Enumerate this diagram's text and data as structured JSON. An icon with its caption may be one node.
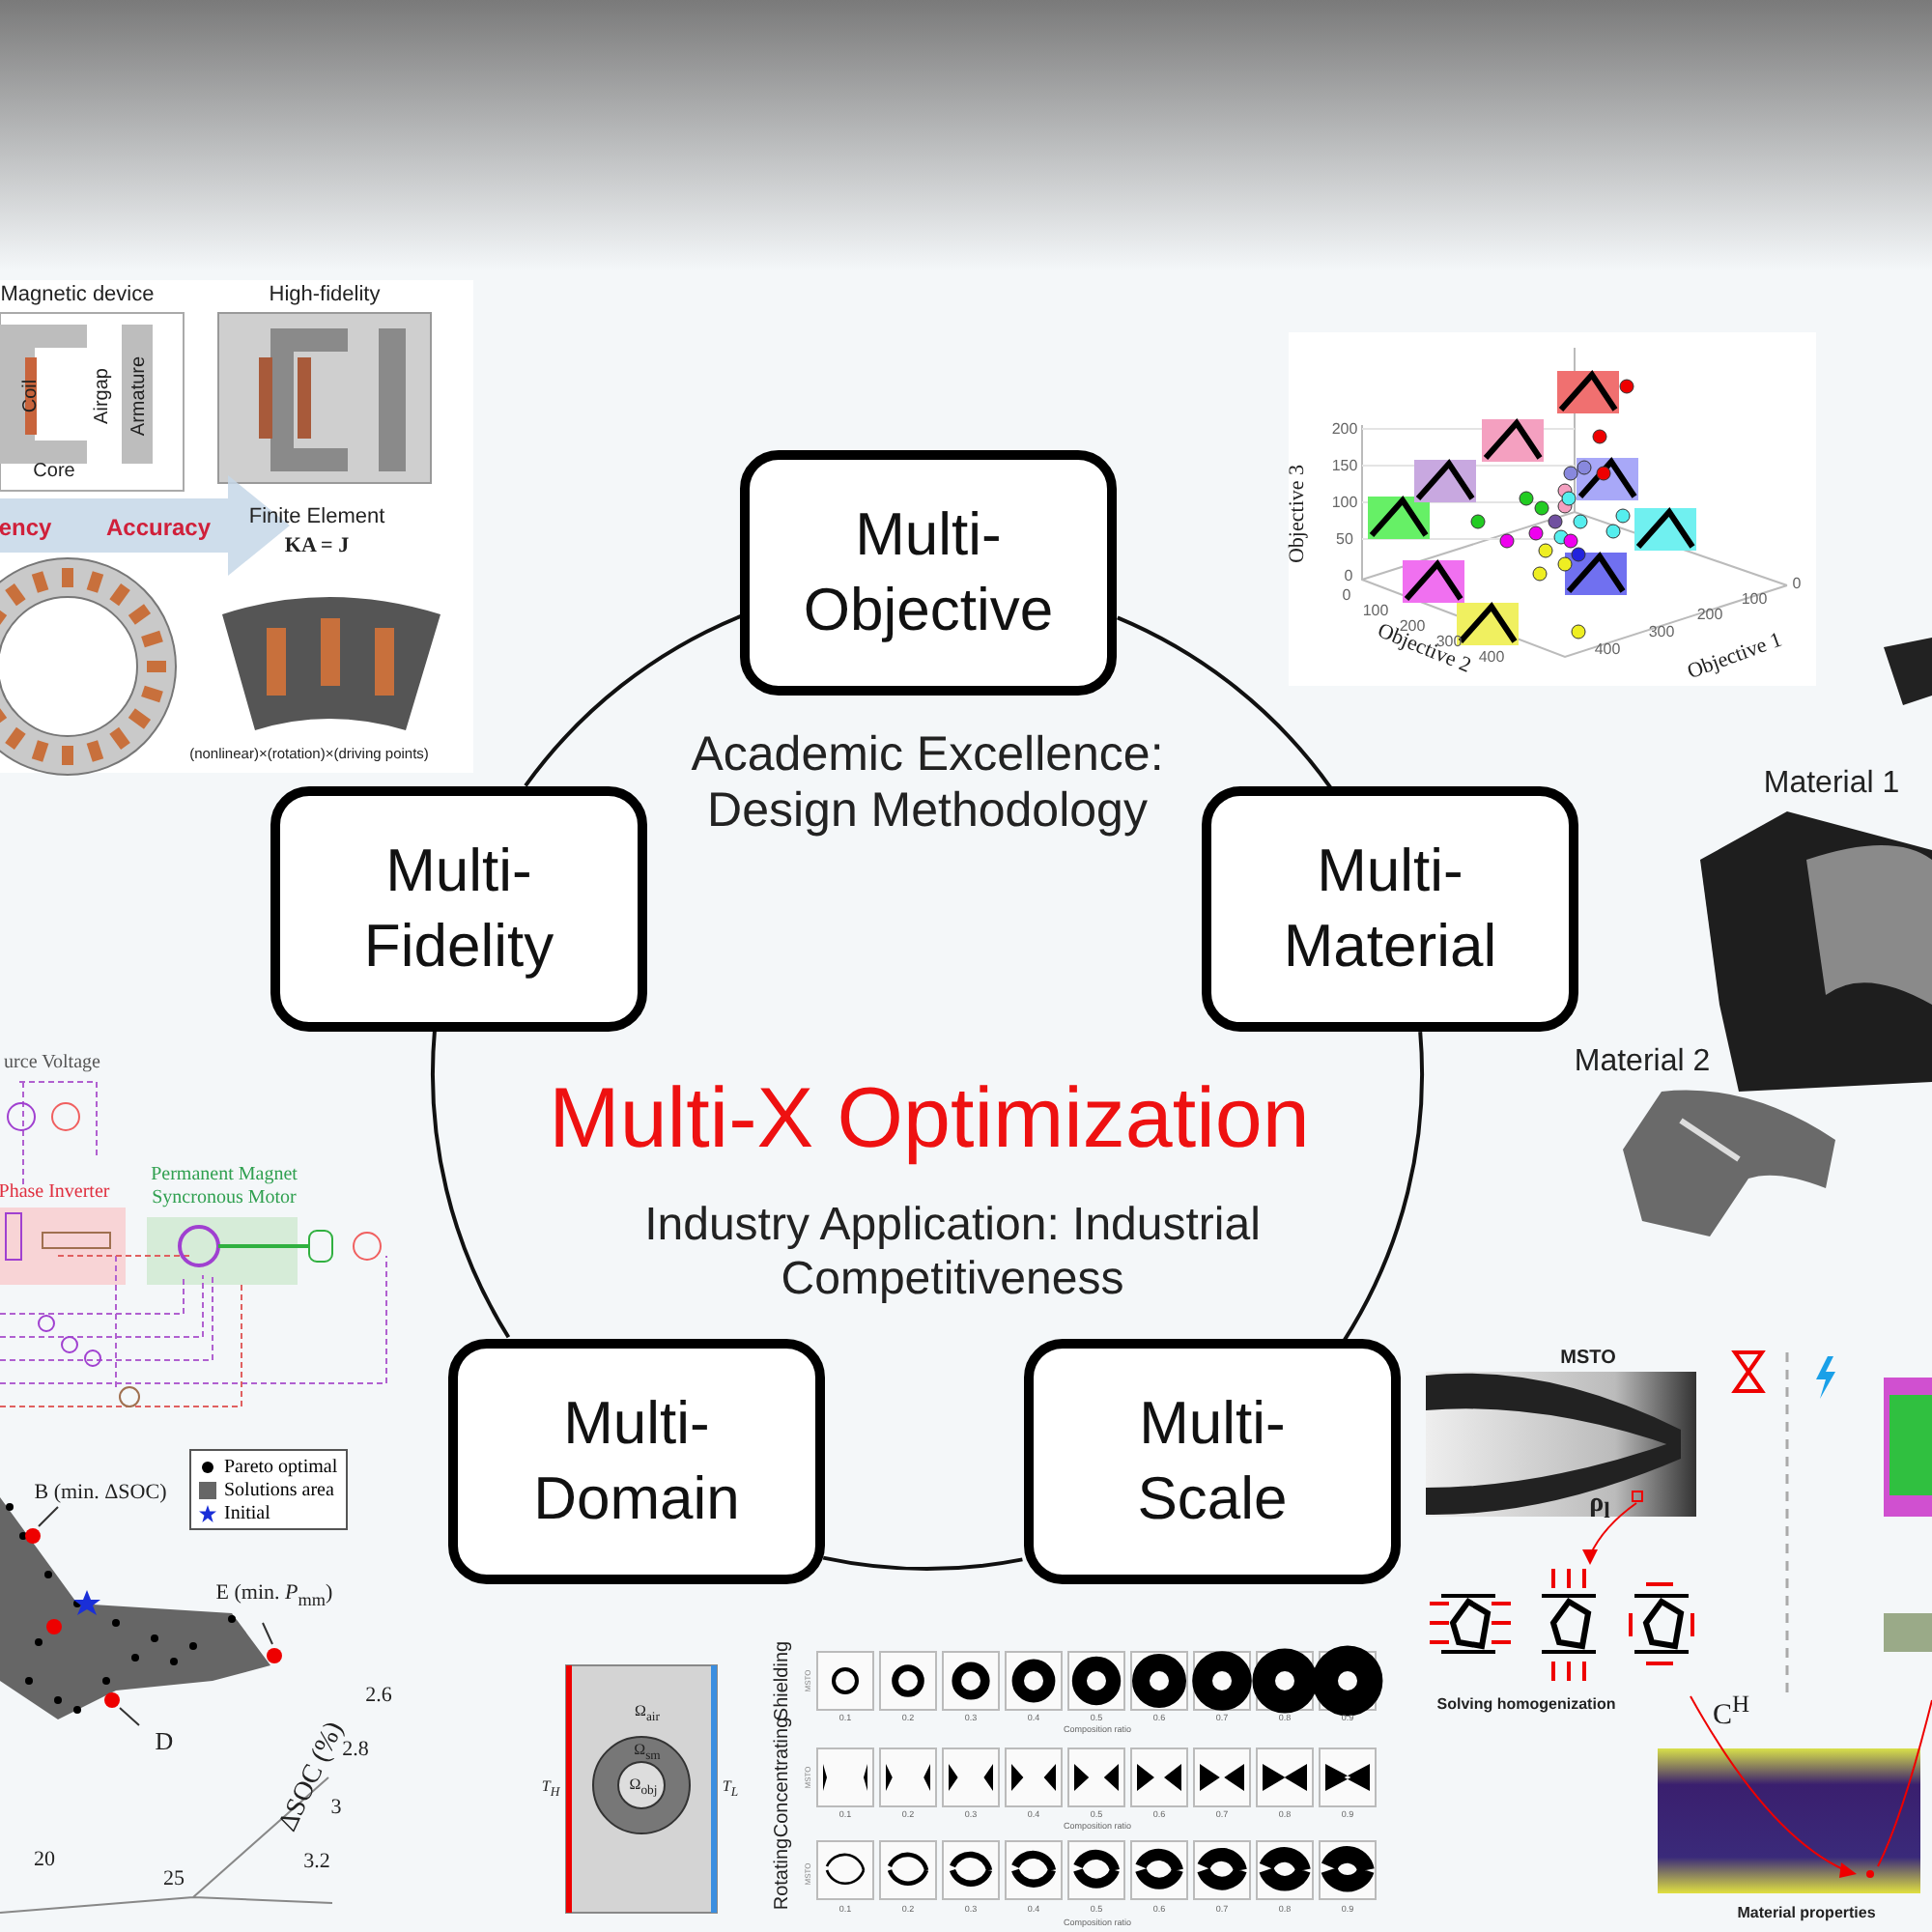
{
  "diagram": {
    "nodes": [
      {
        "text": [
          "Multi- Objective"
        ]
      },
      {
        "text": [
          "Multi- Fidelity"
        ]
      },
      {
        "text": [
          "Multi- Material"
        ]
      },
      {
        "text": [
          "Multi- Domain"
        ]
      },
      {
        "text": [
          "Multi- Scale"
        ]
      }
    ],
    "edges": [
      {
        "from": 0,
        "to": 2,
        "arrow": "none"
      },
      {
        "from": 2,
        "to": 4,
        "arrow": "none"
      },
      {
        "from": 4,
        "to": 3,
        "arrow": "none"
      },
      {
        "from": 3,
        "to": 1,
        "arrow": "none"
      },
      {
        "from": 1,
        "to": 0,
        "arrow": "none"
      }
    ],
    "labels": [
      "Magnetic device",
      "Coil",
      "Core",
      "Airgap",
      "Armature",
      "High-fidelity",
      "ency",
      "Accuracy",
      "Finite Element",
      "KA = J",
      "(nonlinear)×(rotation)×(driving points)",
      "urce Voltage",
      "Phase Inverter",
      "Permanent Magnet Syncronous Motor",
      "B (min. ΔSOC)",
      "E (min. *P*$_{mm}$)",
      "D",
      "2.6",
      "2.8",
      "3",
      "20",
      "3.2",
      "25",
      "ΔSOC (%)",
      "Objective 3",
      "200",
      "150",
      "100",
      "50",
      "0",
      "0",
      "100",
      "200",
      "300",
      "400",
      "Objective 2",
      "0",
      "100",
      "200",
      "300",
      "400",
      "Objective 1",
      "Academic Excellence: Design Methodology",
      "Multi-X Optimization",
      "Industry Application: Industrial Competitiveness",
      "Material 1",
      "Material 2",
      "MSTO",
      "ρ$_{l}$",
      "Solving homogenization",
      "C$^{H}$",
      "Material properties",
      "T$_{H}$",
      "Ω$_{air}$",
      "Ω$_{sm}$",
      "Ω$_{obj}$",
      "T$_{L}$",
      "Shielding",
      "MSTO",
      "0.1",
      "0.2",
      "0.3",
      "0.4",
      "0.5",
      "0.6",
      "0.7",
      "0.8",
      "0.9",
      "Composition ratio",
      "Concentrating",
      "MSTO",
      "0.1",
      "0.2",
      "0.3",
      "0.4",
      "0.5",
      "0.6",
      "0.7",
      "0.8",
      "0.9",
      "Composition ratio",
      "Rotating",
      "MSTO",
      "0.1",
      "0.2",
      "0.3",
      "0.4",
      "0.5",
      "0.6",
      "0.7",
      "0.8",
      "0.9",
      "Composition ratio"
    ],
    "legend": [
      {
        "text": "Pareto optimal"
      },
      {
        "text": "Solutions area",
        "color": "#666666"
      },
      {
        "text": "Initial"
      }
    ]
  }
}
